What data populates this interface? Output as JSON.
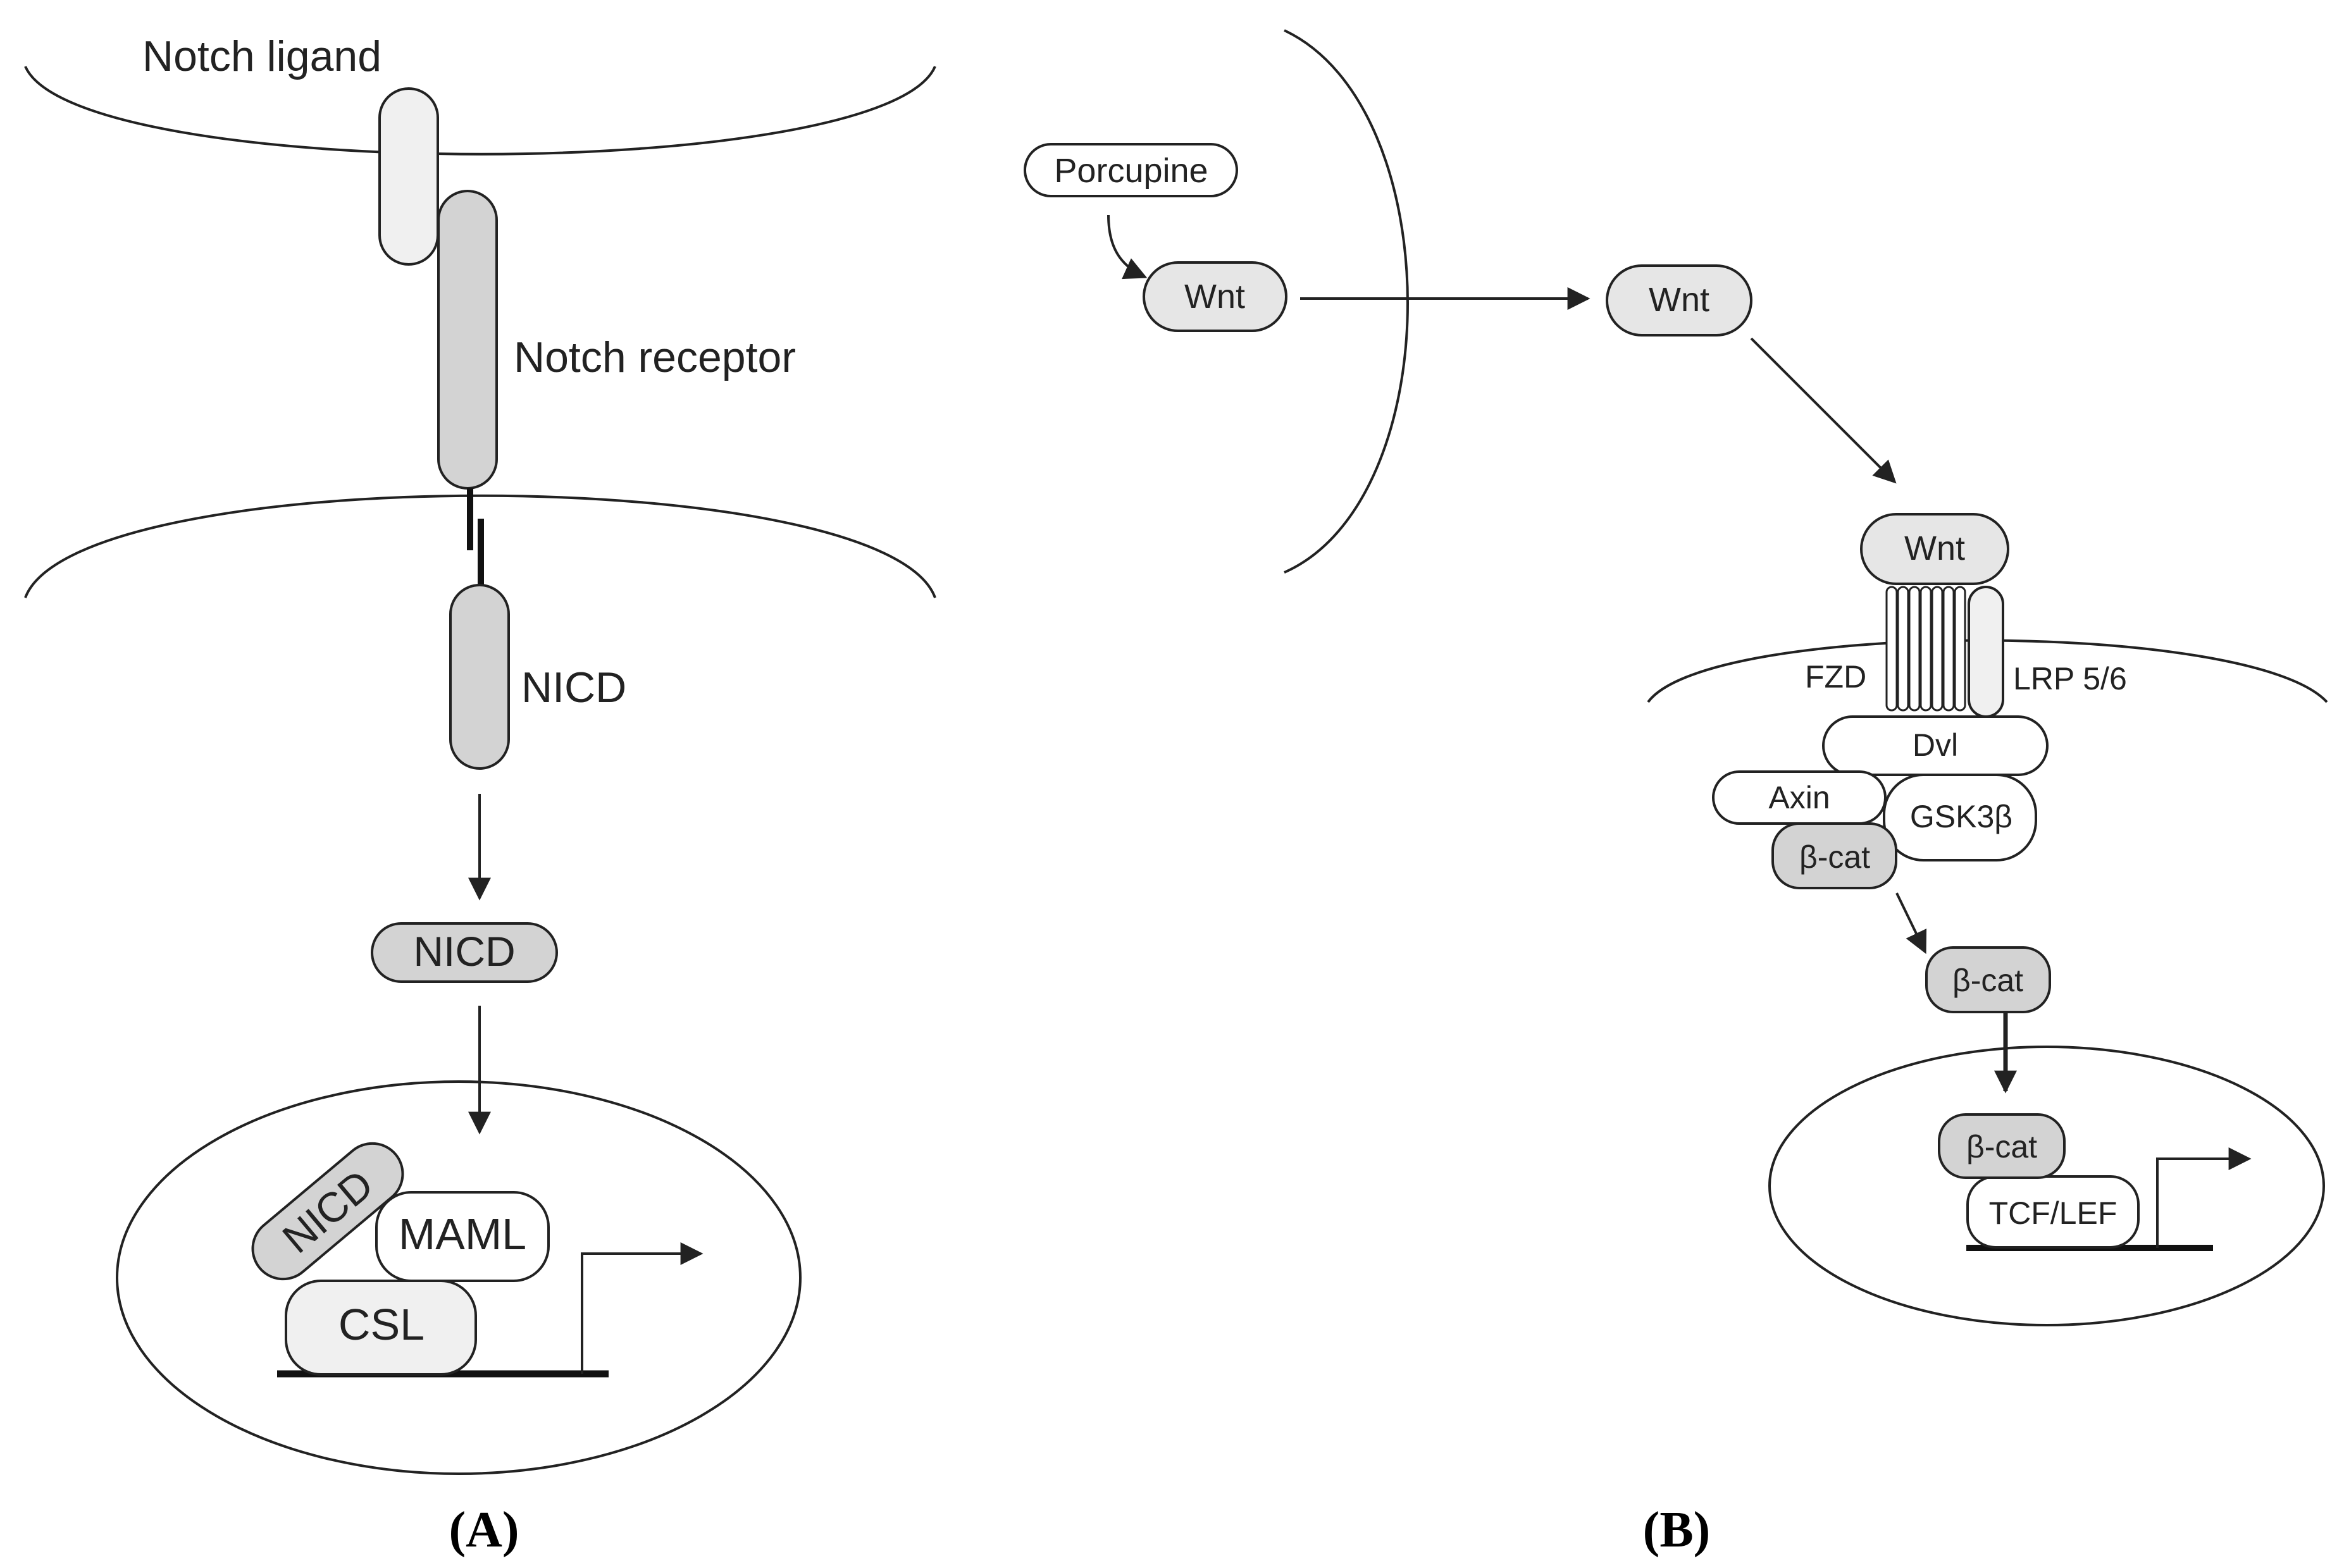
{
  "panel_a": {
    "caption": "(A)",
    "labels": {
      "notch_ligand": "Notch ligand",
      "notch_receptor": "Notch receptor",
      "nicd_membrane": "NICD",
      "nicd_cytoplasm": "NICD",
      "nicd_nucleus": "NICD",
      "maml": "MAML",
      "csl": "CSL"
    }
  },
  "panel_b": {
    "caption": "(B)",
    "labels": {
      "porcupine": "Porcupine",
      "wnt_producing": "Wnt",
      "wnt_secreted": "Wnt",
      "wnt_bound": "Wnt",
      "fzd": "FZD",
      "lrp": "LRP 5/6",
      "dvl": "Dvl",
      "axin": "Axin",
      "gsk3b": "GSK3β",
      "bcat_complex": "β-cat",
      "bcat_cytoplasm": "β-cat",
      "bcat_nucleus": "β-cat",
      "tcf_lef": "TCF/LEF"
    }
  },
  "colors": {
    "stroke": "#222222",
    "gray_fill": "#d3d3d3",
    "light_fill": "#f0f0f0",
    "white_fill": "#ffffff"
  }
}
